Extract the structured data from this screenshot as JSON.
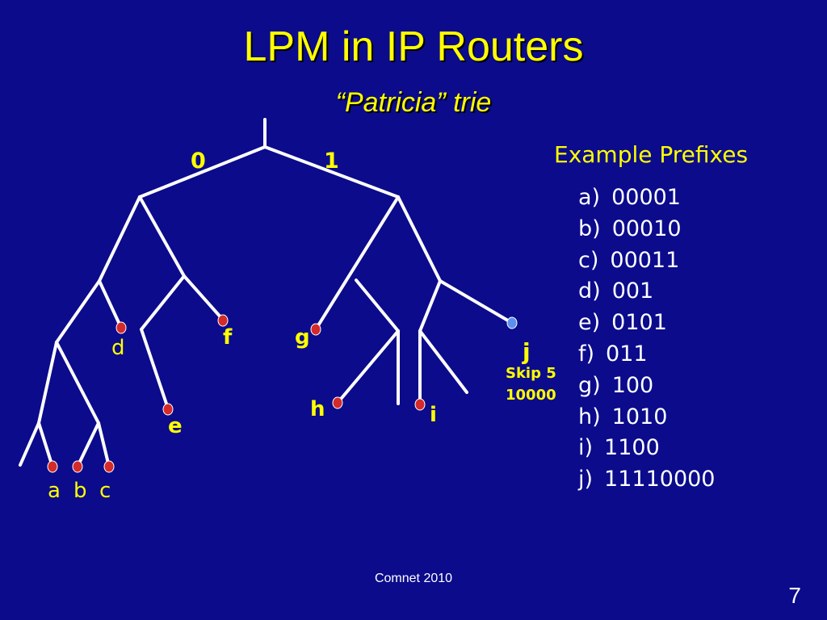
{
  "slide": {
    "title": "LPM in IP Routers",
    "subtitle": "“Patricia” trie",
    "footer": "Comnet 2010",
    "page_number": "7"
  },
  "trie": {
    "edge_labels": {
      "zero": "0",
      "one": "1"
    },
    "leaves": {
      "a": "a",
      "b": "b",
      "c": "c",
      "d": "d",
      "e": "e",
      "f": "f",
      "g": "g",
      "h": "h",
      "i": "i",
      "j": "j"
    },
    "skip_note": {
      "line1": "Skip 5",
      "line2": "10000"
    }
  },
  "prefixes": {
    "heading": "Example Prefixes",
    "items": [
      {
        "key": "a)",
        "value": "00001"
      },
      {
        "key": "b)",
        "value": "00010"
      },
      {
        "key": "c)",
        "value": "00011"
      },
      {
        "key": "d)",
        "value": "001"
      },
      {
        "key": "e)",
        "value": "0101"
      },
      {
        "key": "f)",
        "value": "011"
      },
      {
        "key": "g)",
        "value": "100"
      },
      {
        "key": "h)",
        "value": "1010"
      },
      {
        "key": "i)",
        "value": "1100"
      },
      {
        "key": "j)",
        "value": "11110000"
      }
    ]
  },
  "colors": {
    "background": "#0b0b8c",
    "title": "#ffff00",
    "leaf_red": "#d42a2a",
    "leaf_blue": "#5b8ff0",
    "text": "#ffffff",
    "skip_text": "#ffff00"
  }
}
